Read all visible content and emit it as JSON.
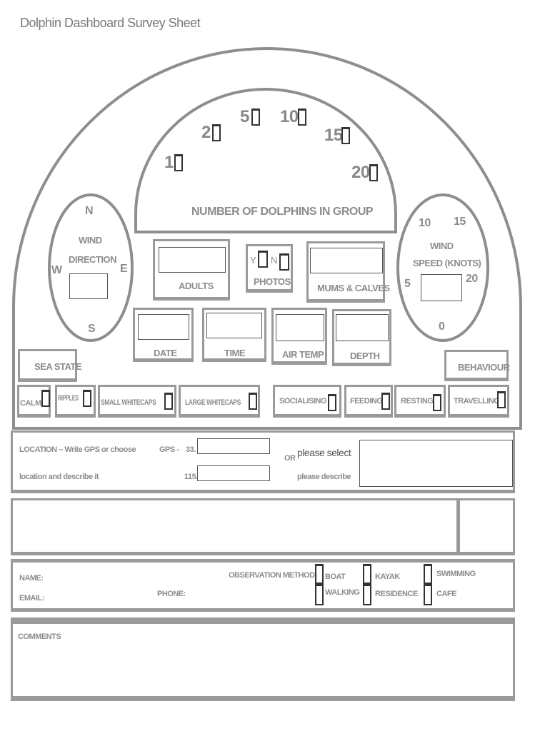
{
  "title": "Dolphin Dashboard Survey Sheet",
  "dolphins": {
    "heading": "NUMBER OF DOLPHINS IN GROUP",
    "options": [
      "1",
      "2",
      "5",
      "10",
      "15",
      "20"
    ]
  },
  "wind_direction": {
    "n": "N",
    "label1": "WIND",
    "label2": "DIRECTION",
    "w": "W",
    "e": "E",
    "s": "S"
  },
  "wind_speed": {
    "v10": "10",
    "v15": "15",
    "label1": "WIND",
    "label2": "SPEED (KNOTS)",
    "v5": "5",
    "v20": "20",
    "v0": "0"
  },
  "fields": {
    "adults": "ADULTS",
    "photos": "PHOTOS",
    "y": "Y",
    "n": "N",
    "mums": "MUMS & CALVES",
    "date": "DATE",
    "time": "TIME",
    "air_temp": "AIR TEMP",
    "depth": "DEPTH"
  },
  "sea_state": {
    "label": "SEA STATE",
    "options": [
      "CALM",
      "RIPPLES",
      "SMALL WHITECAPS",
      "LARGE WHITECAPS"
    ]
  },
  "behaviour": {
    "label": "BEHAVIOUR",
    "options": [
      "SOCIALISING",
      "FEEDING",
      "RESTING",
      "TRAVELLING"
    ]
  },
  "location": {
    "line1": "LOCATION – Write GPS  or choose",
    "line2": "location and describe it",
    "gps": "GPS -",
    "lat_prefix": "33.",
    "lon_prefix": "115.",
    "or": "OR",
    "select": "please select",
    "describe": "please describe"
  },
  "contact": {
    "name": "NAME:",
    "email": "EMAIL:",
    "phone": "PHONE:",
    "method": "OBSERVATION METHOD:",
    "methods": [
      "BOAT",
      "KAYAK",
      "SWIMMING",
      "WALKING",
      "RESIDENCE",
      "CAFE"
    ]
  },
  "comments": "COMMENTS"
}
